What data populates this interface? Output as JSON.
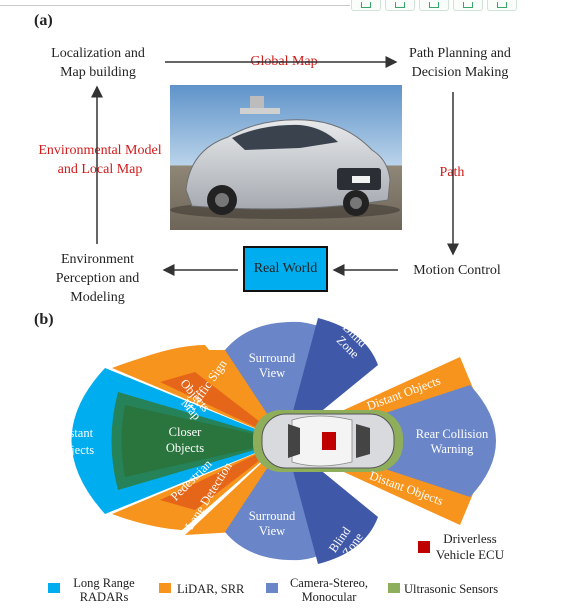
{
  "panel_a": {
    "label": "(a)",
    "localization": [
      "Localization and",
      "Map building"
    ],
    "global_map": "Global Map",
    "path_planning": [
      "Path Planning and",
      "Decision Making"
    ],
    "env_model": [
      "Environmental Model",
      "and Local Map"
    ],
    "path": "Path",
    "env_perception": [
      "Environment",
      "Perception and",
      "Modeling"
    ],
    "real_world": "Real World",
    "motion_control": "Motion Control"
  },
  "panel_b": {
    "label": "(b)",
    "regions": {
      "distant_left": [
        "Distant",
        "Objects"
      ],
      "closer": [
        "Closer",
        "Objects"
      ],
      "traffic_sign": "Traffic Sign",
      "objects_map": [
        "Objects",
        "Map"
      ],
      "pedestrian": "Pedestrian",
      "lane_detection": "Lane Detection",
      "surround_top": [
        "Surround",
        "View"
      ],
      "blind_top": [
        "Blind",
        "Zone"
      ],
      "distant_upper_right": "Distant Objects",
      "rear_collision": [
        "Rear Collision",
        "Warning"
      ],
      "distant_lower_right": "Distant Objects",
      "surround_bottom": [
        "Surround",
        "View"
      ],
      "blind_bottom": [
        "Blind",
        "Zone"
      ]
    },
    "ecu_label": [
      "Driverless",
      "Vehicle ECU"
    ],
    "legend": [
      {
        "label": [
          "Long Range",
          "RADARs"
        ],
        "color": "#00aeef"
      },
      {
        "label": [
          "LiDAR, SRR"
        ],
        "color": "#f7941d"
      },
      {
        "label": [
          "Camera-Stereo,",
          "Monocular"
        ],
        "color": "#6a86c8"
      },
      {
        "label": [
          "Ultrasonic Sensors"
        ],
        "color": "#8fae5b"
      }
    ],
    "ecu_color": "#c00000"
  }
}
